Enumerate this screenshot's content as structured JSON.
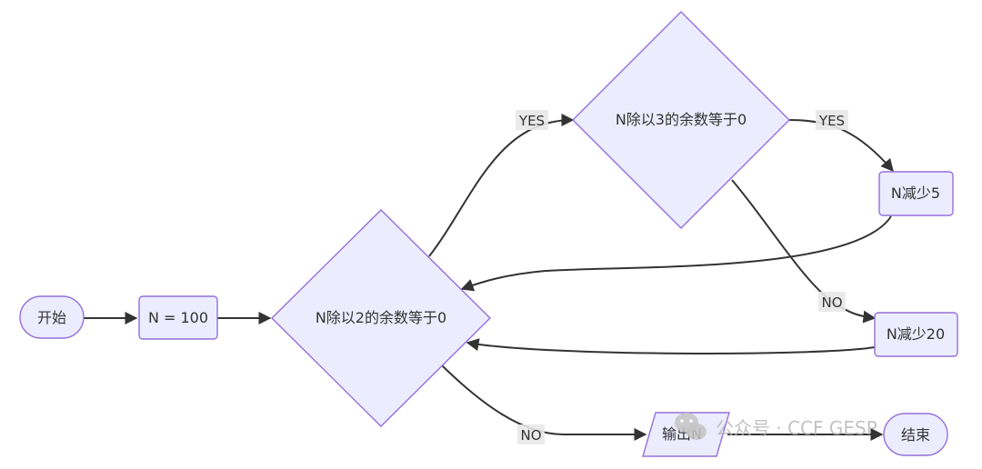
{
  "nodes": {
    "start": "开始",
    "init": "N = 100",
    "mod2": "N除以2的余数等于0",
    "mod3": "N除以3的余数等于0",
    "minus5": "N减少5",
    "minus20": "N减少20",
    "output": "输出N",
    "end": "结束"
  },
  "edges": {
    "mod2_yes": "YES",
    "mod2_no": "NO",
    "mod3_yes": "YES",
    "mod3_no": "NO"
  },
  "watermark": {
    "text": "公众号 · CCF GESP",
    "icon": "wechat-icon"
  },
  "colors": {
    "node_fill": "#ECECFF",
    "node_stroke": "#9370DB",
    "edge": "#333333"
  }
}
